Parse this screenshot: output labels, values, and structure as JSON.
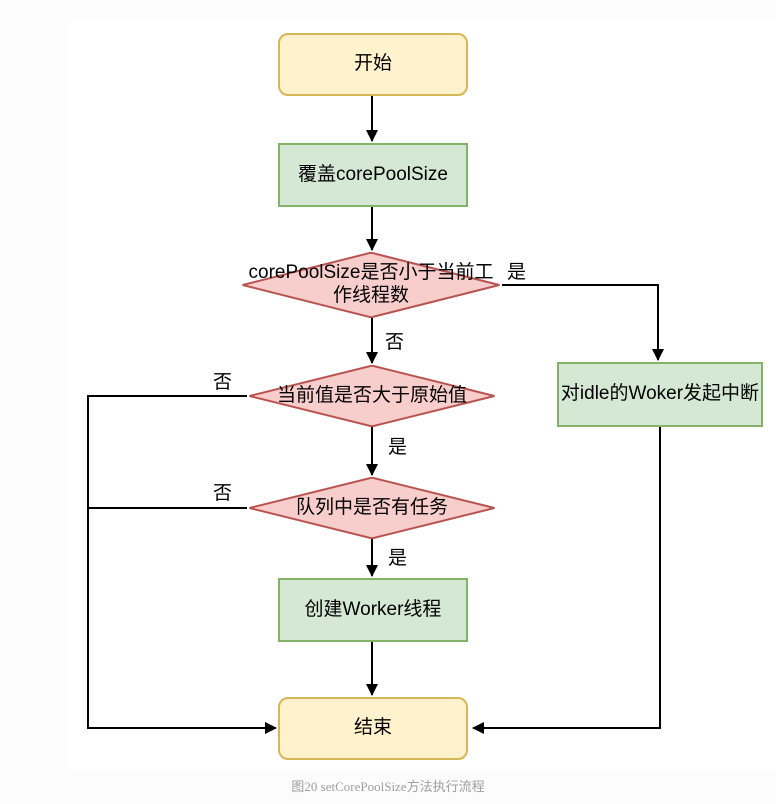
{
  "page": {
    "caption": "图20 setCorePoolSize方法执行流程"
  },
  "palette": {
    "page_bg": "#fcfcfc",
    "panel_bg": "#ffffff",
    "terminal_fill": "#fff2cc",
    "terminal_border": "#d6b656",
    "process_fill": "#d5e8d4",
    "process_border": "#82b366",
    "decision_fill": "#f8cecc",
    "decision_border": "#b85450",
    "line_color": "#000000",
    "text_color": "#000000",
    "caption_color": "#9e9e9e"
  },
  "nodes": {
    "start": {
      "label": "开始",
      "type": "terminal"
    },
    "override_core_pool_size": {
      "label": "覆盖corePoolSize",
      "type": "process"
    },
    "check_less_than_workers": {
      "label": "corePoolSize是否小于当前工作线程数",
      "type": "decision"
    },
    "interrupt_idle_workers": {
      "label": "对idle的Woker发起中断",
      "type": "process"
    },
    "check_greater_than_original": {
      "label": "当前值是否大于原始值",
      "type": "decision"
    },
    "check_queue_has_tasks": {
      "label": "队列中是否有任务",
      "type": "decision"
    },
    "create_worker_thread": {
      "label": "创建Worker线程",
      "type": "process"
    },
    "end": {
      "label": "结束",
      "type": "terminal"
    }
  },
  "edge_labels": {
    "d1_yes": "是",
    "d1_no": "否",
    "d2_no": "否",
    "d2_yes": "是",
    "d3_no": "否",
    "d3_yes": "是"
  }
}
